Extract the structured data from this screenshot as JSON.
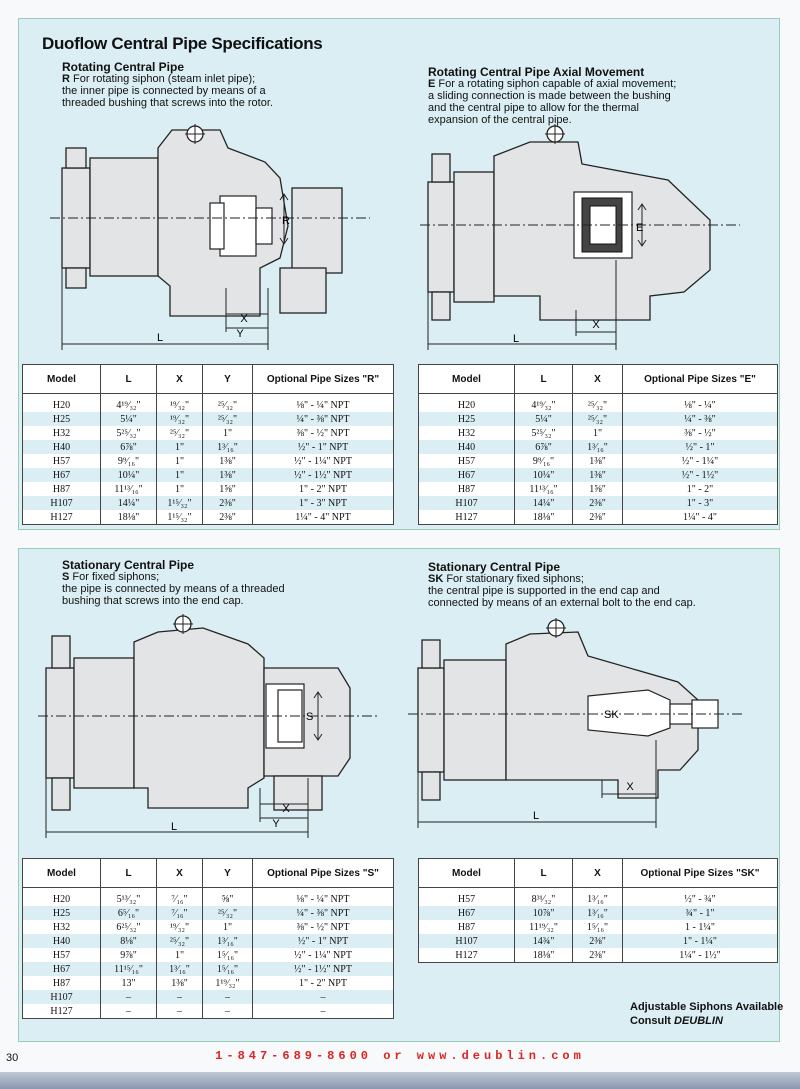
{
  "page_title": "Duoflow Central Pipe Specifications",
  "sections": {
    "rotating": {
      "heading": "Rotating Central Pipe",
      "code": "R",
      "desc1": " For rotating siphon (steam inlet pipe);",
      "desc2": "the inner pipe is connected by means of a",
      "desc3": "threaded bushing that screws into the rotor.",
      "dims": {
        "a": "R",
        "b": "X",
        "c": "Y",
        "d": "L"
      }
    },
    "axial": {
      "heading": "Rotating Central Pipe Axial Movement",
      "code": "E",
      "desc1": " For a rotating siphon capable of axial movement;",
      "desc2": "a sliding connection is made between the bushing",
      "desc3": "and the central pipe to allow for the thermal",
      "desc4": "expansion of the central pipe.",
      "dims": {
        "a": "E",
        "b": "X",
        "d": "L"
      }
    },
    "stationary": {
      "heading": "Stationary Central Pipe",
      "code": "S",
      "desc1": " For fixed siphons;",
      "desc2": "the pipe is connected by means of a threaded",
      "desc3": "bushing that screws into the end cap.",
      "dims": {
        "a": "S",
        "b": "X",
        "c": "Y",
        "d": "L"
      }
    },
    "stationary_sk": {
      "heading": "Stationary Central Pipe",
      "code": "SK",
      "desc1": " For stationary fixed siphons;",
      "desc2": "the central pipe is supported in the end cap and",
      "desc3": "connected by means of an external bolt to the end cap.",
      "dims": {
        "a": "SK",
        "b": "X",
        "d": "L"
      }
    }
  },
  "tables": {
    "r": {
      "headers": [
        "Model",
        "L",
        "X",
        "Y",
        "Optional Pipe Sizes \"R\""
      ],
      "rows": [
        [
          "H20",
          "4¹⁹⁄₃₂\"",
          "¹⁹⁄₃₂\"",
          "²⁵⁄₃₂\"",
          "⅛\" - ¼\" NPT"
        ],
        [
          "H25",
          "5¼\"",
          "¹⁹⁄₃₂\"",
          "²⁵⁄₃₂\"",
          "¼\" - ⅜\" NPT"
        ],
        [
          "H32",
          "5²⁵⁄₃₂\"",
          "²⁵⁄₃₂\"",
          "1\"",
          "⅜\" - ½\" NPT"
        ],
        [
          "H40",
          "6⅞\"",
          "1\"",
          "1³⁄₁₆\"",
          "½\" - 1\" NPT"
        ],
        [
          "H57",
          "9⁹⁄₁₆\"",
          "1\"",
          "1⅜\"",
          "½\" - 1¼\" NPT"
        ],
        [
          "H67",
          "10¼\"",
          "1\"",
          "1⅜\"",
          "½\" - 1½\" NPT"
        ],
        [
          "H87",
          "11¹³⁄₁₆\"",
          "1\"",
          "1⅝\"",
          "1\" - 2\" NPT"
        ],
        [
          "H107",
          "14¼\"",
          "1¹⁵⁄₃₂\"",
          "2⅜\"",
          "1\" - 3\" NPT"
        ],
        [
          "H127",
          "18⅛\"",
          "1¹⁵⁄₃₂\"",
          "2⅜\"",
          "1¼\" - 4\" NPT"
        ]
      ]
    },
    "e": {
      "headers": [
        "Model",
        "L",
        "X",
        "Optional Pipe Sizes \"E\""
      ],
      "rows": [
        [
          "H20",
          "4¹⁹⁄₃₂\"",
          "²⁵⁄₃₂\"",
          "⅛\" - ¼\""
        ],
        [
          "H25",
          "5¼\"",
          "²⁵⁄₃₂\"",
          "¼\" - ⅜\""
        ],
        [
          "H32",
          "5²⁵⁄₃₂\"",
          "1\"",
          "⅜\" - ½\""
        ],
        [
          "H40",
          "6⅞\"",
          "1³⁄₁₆\"",
          "½\" - 1\""
        ],
        [
          "H57",
          "9⁹⁄₁₆\"",
          "1⅜\"",
          "½\" - 1¼\""
        ],
        [
          "H67",
          "10¼\"",
          "1⅜\"",
          "½\" - 1½\""
        ],
        [
          "H87",
          "11¹³⁄₁₆\"",
          "1⅝\"",
          "1\" - 2\""
        ],
        [
          "H107",
          "14¼\"",
          "2⅜\"",
          "1\" - 3\""
        ],
        [
          "H127",
          "18⅛\"",
          "2⅜\"",
          "1¼\" - 4\""
        ]
      ]
    },
    "s": {
      "headers": [
        "Model",
        "L",
        "X",
        "Y",
        "Optional Pipe Sizes \"S\""
      ],
      "rows": [
        [
          "H20",
          "5¹³⁄₃₂\"",
          "⁷⁄₁₆\"",
          "⅝\"",
          "⅛\" - ¼\" NPT"
        ],
        [
          "H25",
          "6⁵⁄₁₆\"",
          "⁷⁄₁₆\"",
          "²⁵⁄₃₂\"",
          "¼\" - ⅜\" NPT"
        ],
        [
          "H32",
          "6²⁵⁄₃₂\"",
          "¹⁹⁄₃₂\"",
          "1\"",
          "⅜\" - ½\" NPT"
        ],
        [
          "H40",
          "8⅛\"",
          "²⁵⁄₃₂\"",
          "1³⁄₁₆\"",
          "½\" - 1\" NPT"
        ],
        [
          "H57",
          "9⅞\"",
          "1\"",
          "1⁵⁄₁₆\"",
          "½\" - 1¼\" NPT"
        ],
        [
          "H67",
          "11¹⁵⁄₁₆\"",
          "1³⁄₁₆\"",
          "1⁵⁄₁₆\"",
          "½\" - 1½\" NPT"
        ],
        [
          "H87",
          "13\"",
          "1⅜\"",
          "1¹⁹⁄₃₂\"",
          "1\" - 2\" NPT"
        ],
        [
          "H107",
          "–",
          "–",
          "–",
          "–"
        ],
        [
          "H127",
          "–",
          "–",
          "–",
          "–"
        ]
      ]
    },
    "sk": {
      "headers": [
        "Model",
        "L",
        "X",
        "Optional Pipe Sizes \"SK\""
      ],
      "rows": [
        [
          "H57",
          "8³¹⁄₃₂\"",
          "1³⁄₁₆\"",
          "½\" - ¾\""
        ],
        [
          "H67",
          "10⅞\"",
          "1³⁄₁₆\"",
          "¾\" - 1\""
        ],
        [
          "H87",
          "11¹⁹⁄₃₂\"",
          "1⁵⁄₁₆\"",
          "1 - 1¼\""
        ],
        [
          "H107",
          "14¾\"",
          "2⅜\"",
          "1\" - 1¼\""
        ],
        [
          "H127",
          "18⅛\"",
          "2⅜\"",
          "1¼\" - 1½\""
        ]
      ]
    }
  },
  "note": {
    "line1": "Adjustable Siphons Available",
    "line2": "Consult ",
    "brand": "DEUBLIN"
  },
  "footer": {
    "page_number": "30",
    "contact": "1-847-689-8600  or  www.deublin.com"
  },
  "colors": {
    "panel": "#dbeef3",
    "accent": "#d22222"
  }
}
